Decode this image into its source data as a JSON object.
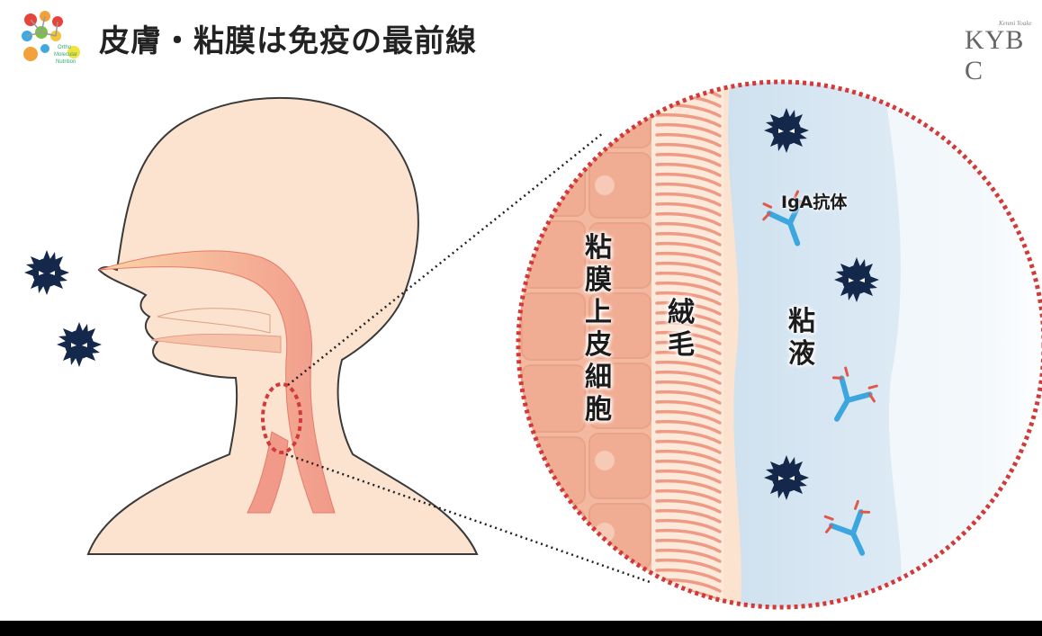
{
  "header": {
    "title": "皮膚・粘膜は免疫の最前線",
    "brand": "KYB C",
    "brand_small": "Kenmi  Yoake",
    "logo_text": [
      "Ortho",
      "Molecular",
      "Nutrition"
    ]
  },
  "labels": {
    "epithelium": [
      "粘",
      "膜",
      "上",
      "皮",
      "細",
      "胞"
    ],
    "cilia": [
      "絨",
      "毛"
    ],
    "mucus": [
      "粘",
      "液"
    ],
    "antibody": "IgA抗体"
  },
  "colors": {
    "skin": "#fbe3cf",
    "skin_outline": "#3a3a3a",
    "airway": "#f4a38f",
    "epithelium": "#f2b8a0",
    "mucus": "#d6e6f2",
    "virus": "#14284b",
    "zoom_ring": "#d23a3a",
    "antibody_blue": "#3ba6df",
    "antibody_red": "#e0584a"
  },
  "icons": [
    "virus-icon",
    "antibody-icon",
    "logo-icon"
  ]
}
